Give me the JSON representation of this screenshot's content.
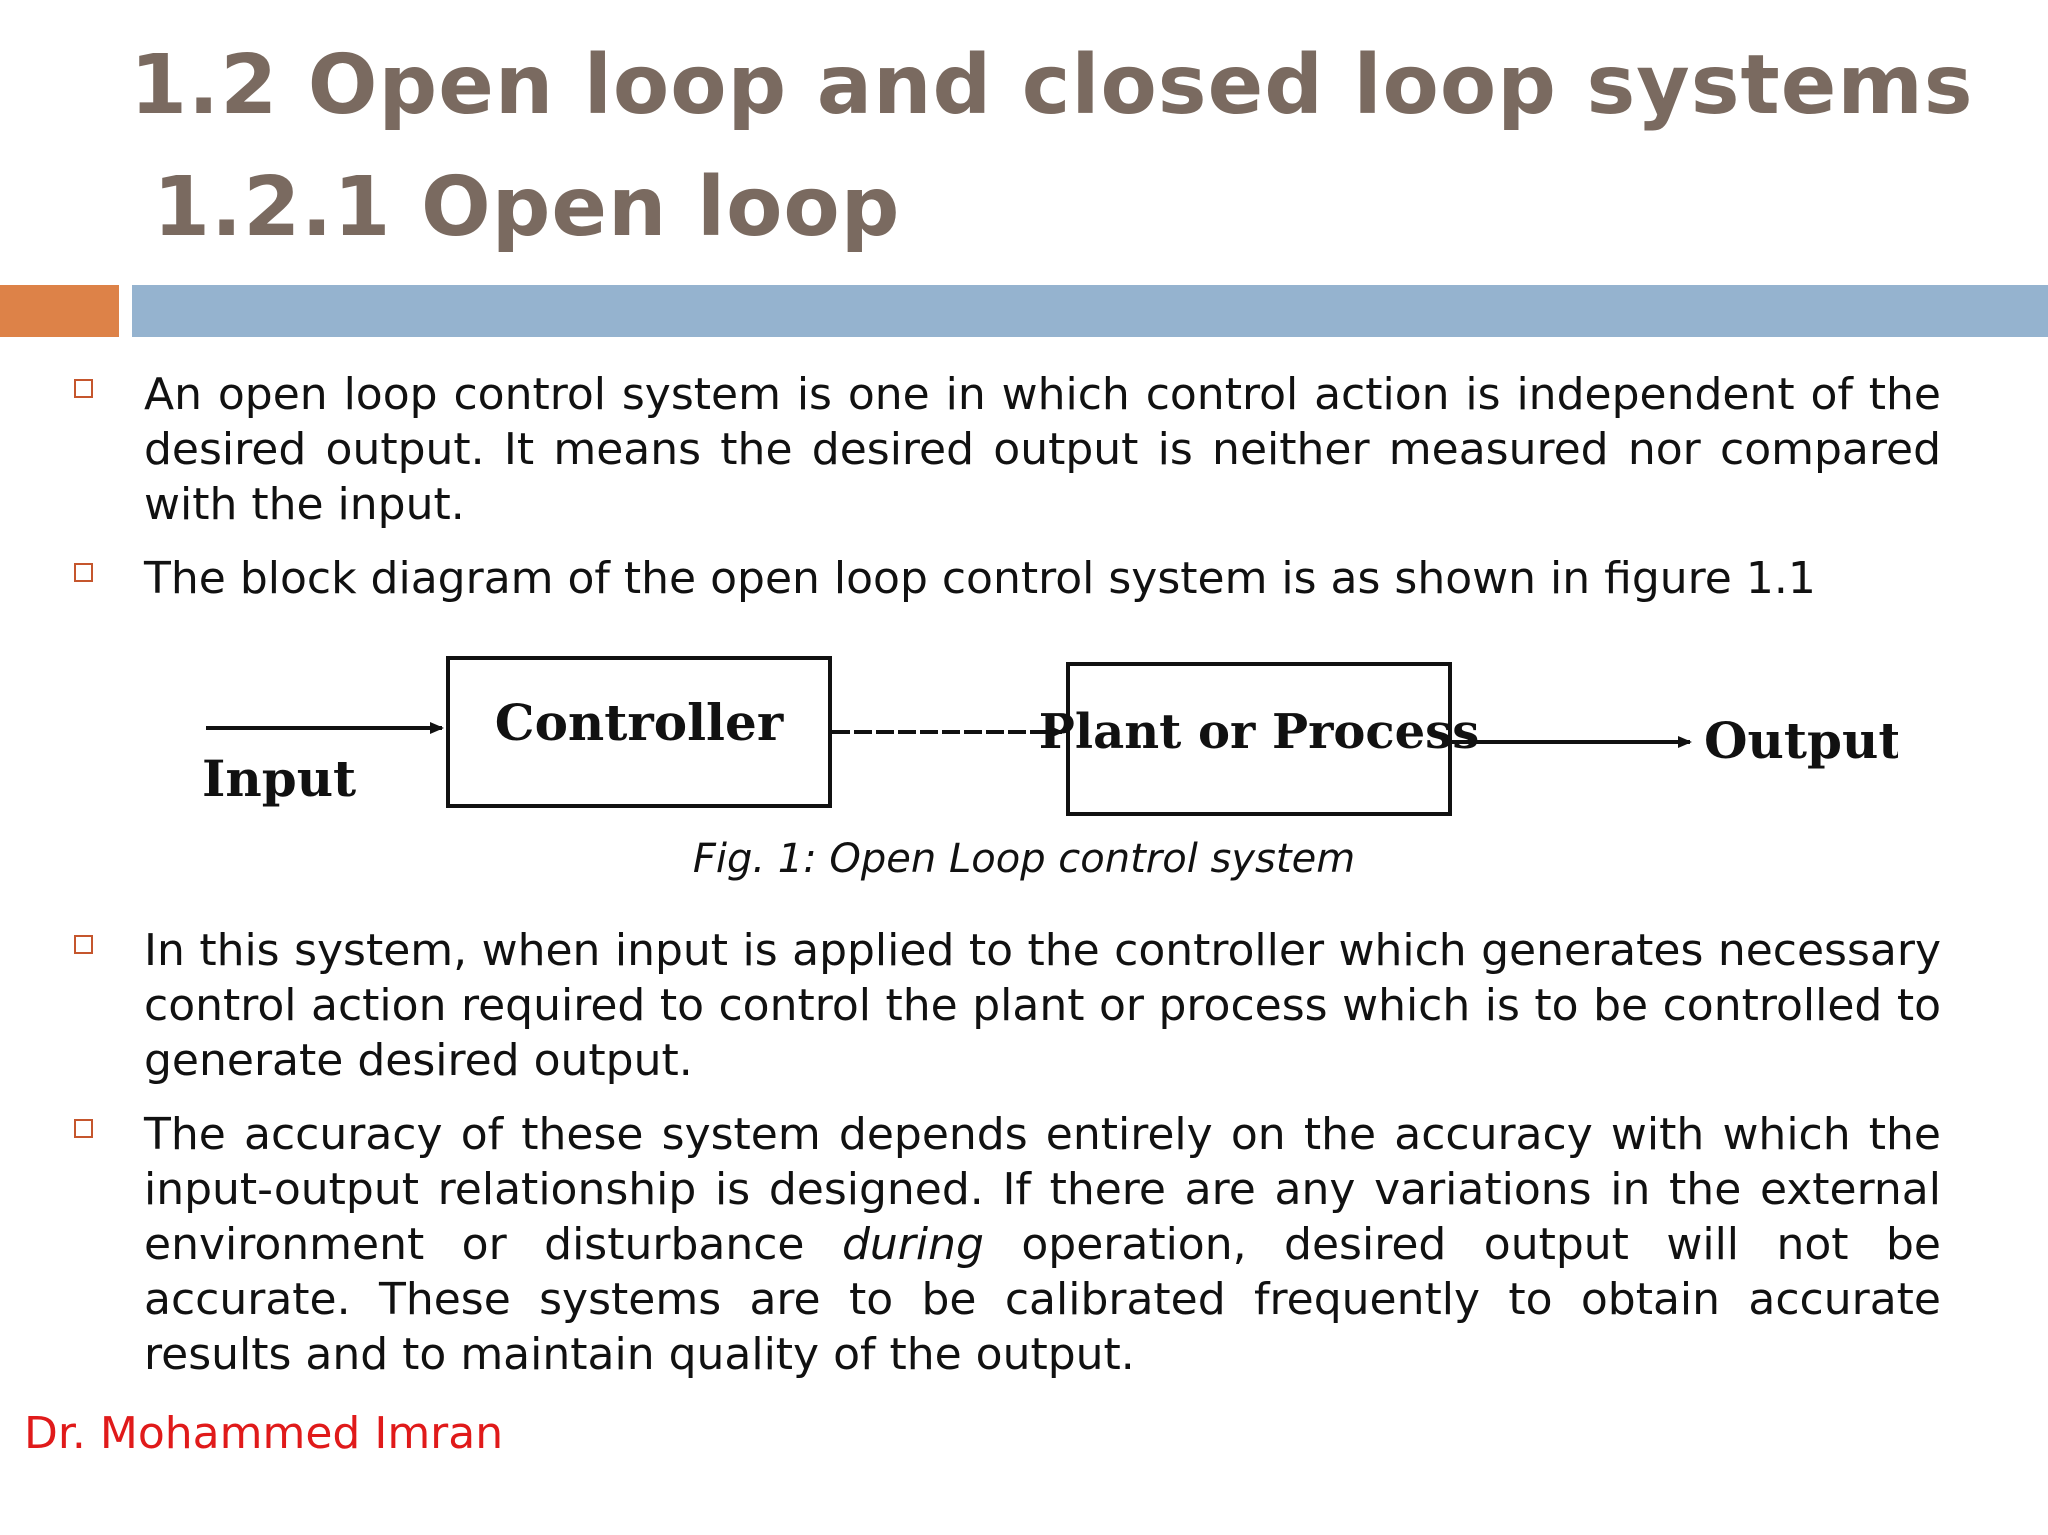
{
  "slide": {
    "title": "1.2 Open loop and closed loop systems",
    "subtitle": "1.2.1 Open loop",
    "colors": {
      "title": "#7a6a60",
      "accent_bar": "#dd8248",
      "main_bar": "#95b3cf",
      "bullet_marker": "#c5562d",
      "author": "#e01a1a"
    }
  },
  "bullets": [
    {
      "text": "An open loop control system is one in which control action is independent of the desired output. It means the desired output is neither measured nor compared with the input."
    },
    {
      "text": "The block diagram of the open loop control system is as shown in figure 1.1"
    },
    {
      "text": "In this system, when input is applied to the controller which generates necessary control action required to control the plant or process which is to be controlled to generate desired output."
    },
    {
      "text_before": "The accuracy of these system depends entirely on the accuracy with which the input-output relationship  is designed. If there are any variations in the external environment or disturbance ",
      "text_italic": "during",
      "text_after": " operation, desired output will not be accurate. These systems are to be calibrated frequently to obtain accurate results and to maintain quality of the output."
    }
  ],
  "figure": {
    "input_label": "Input",
    "controller_label": "Controller",
    "plant_label": "Plant or Process",
    "output_label": "Output",
    "caption": "Fig. 1: Open Loop control system"
  },
  "footer": {
    "author": "Dr. Mohammed Imran"
  }
}
